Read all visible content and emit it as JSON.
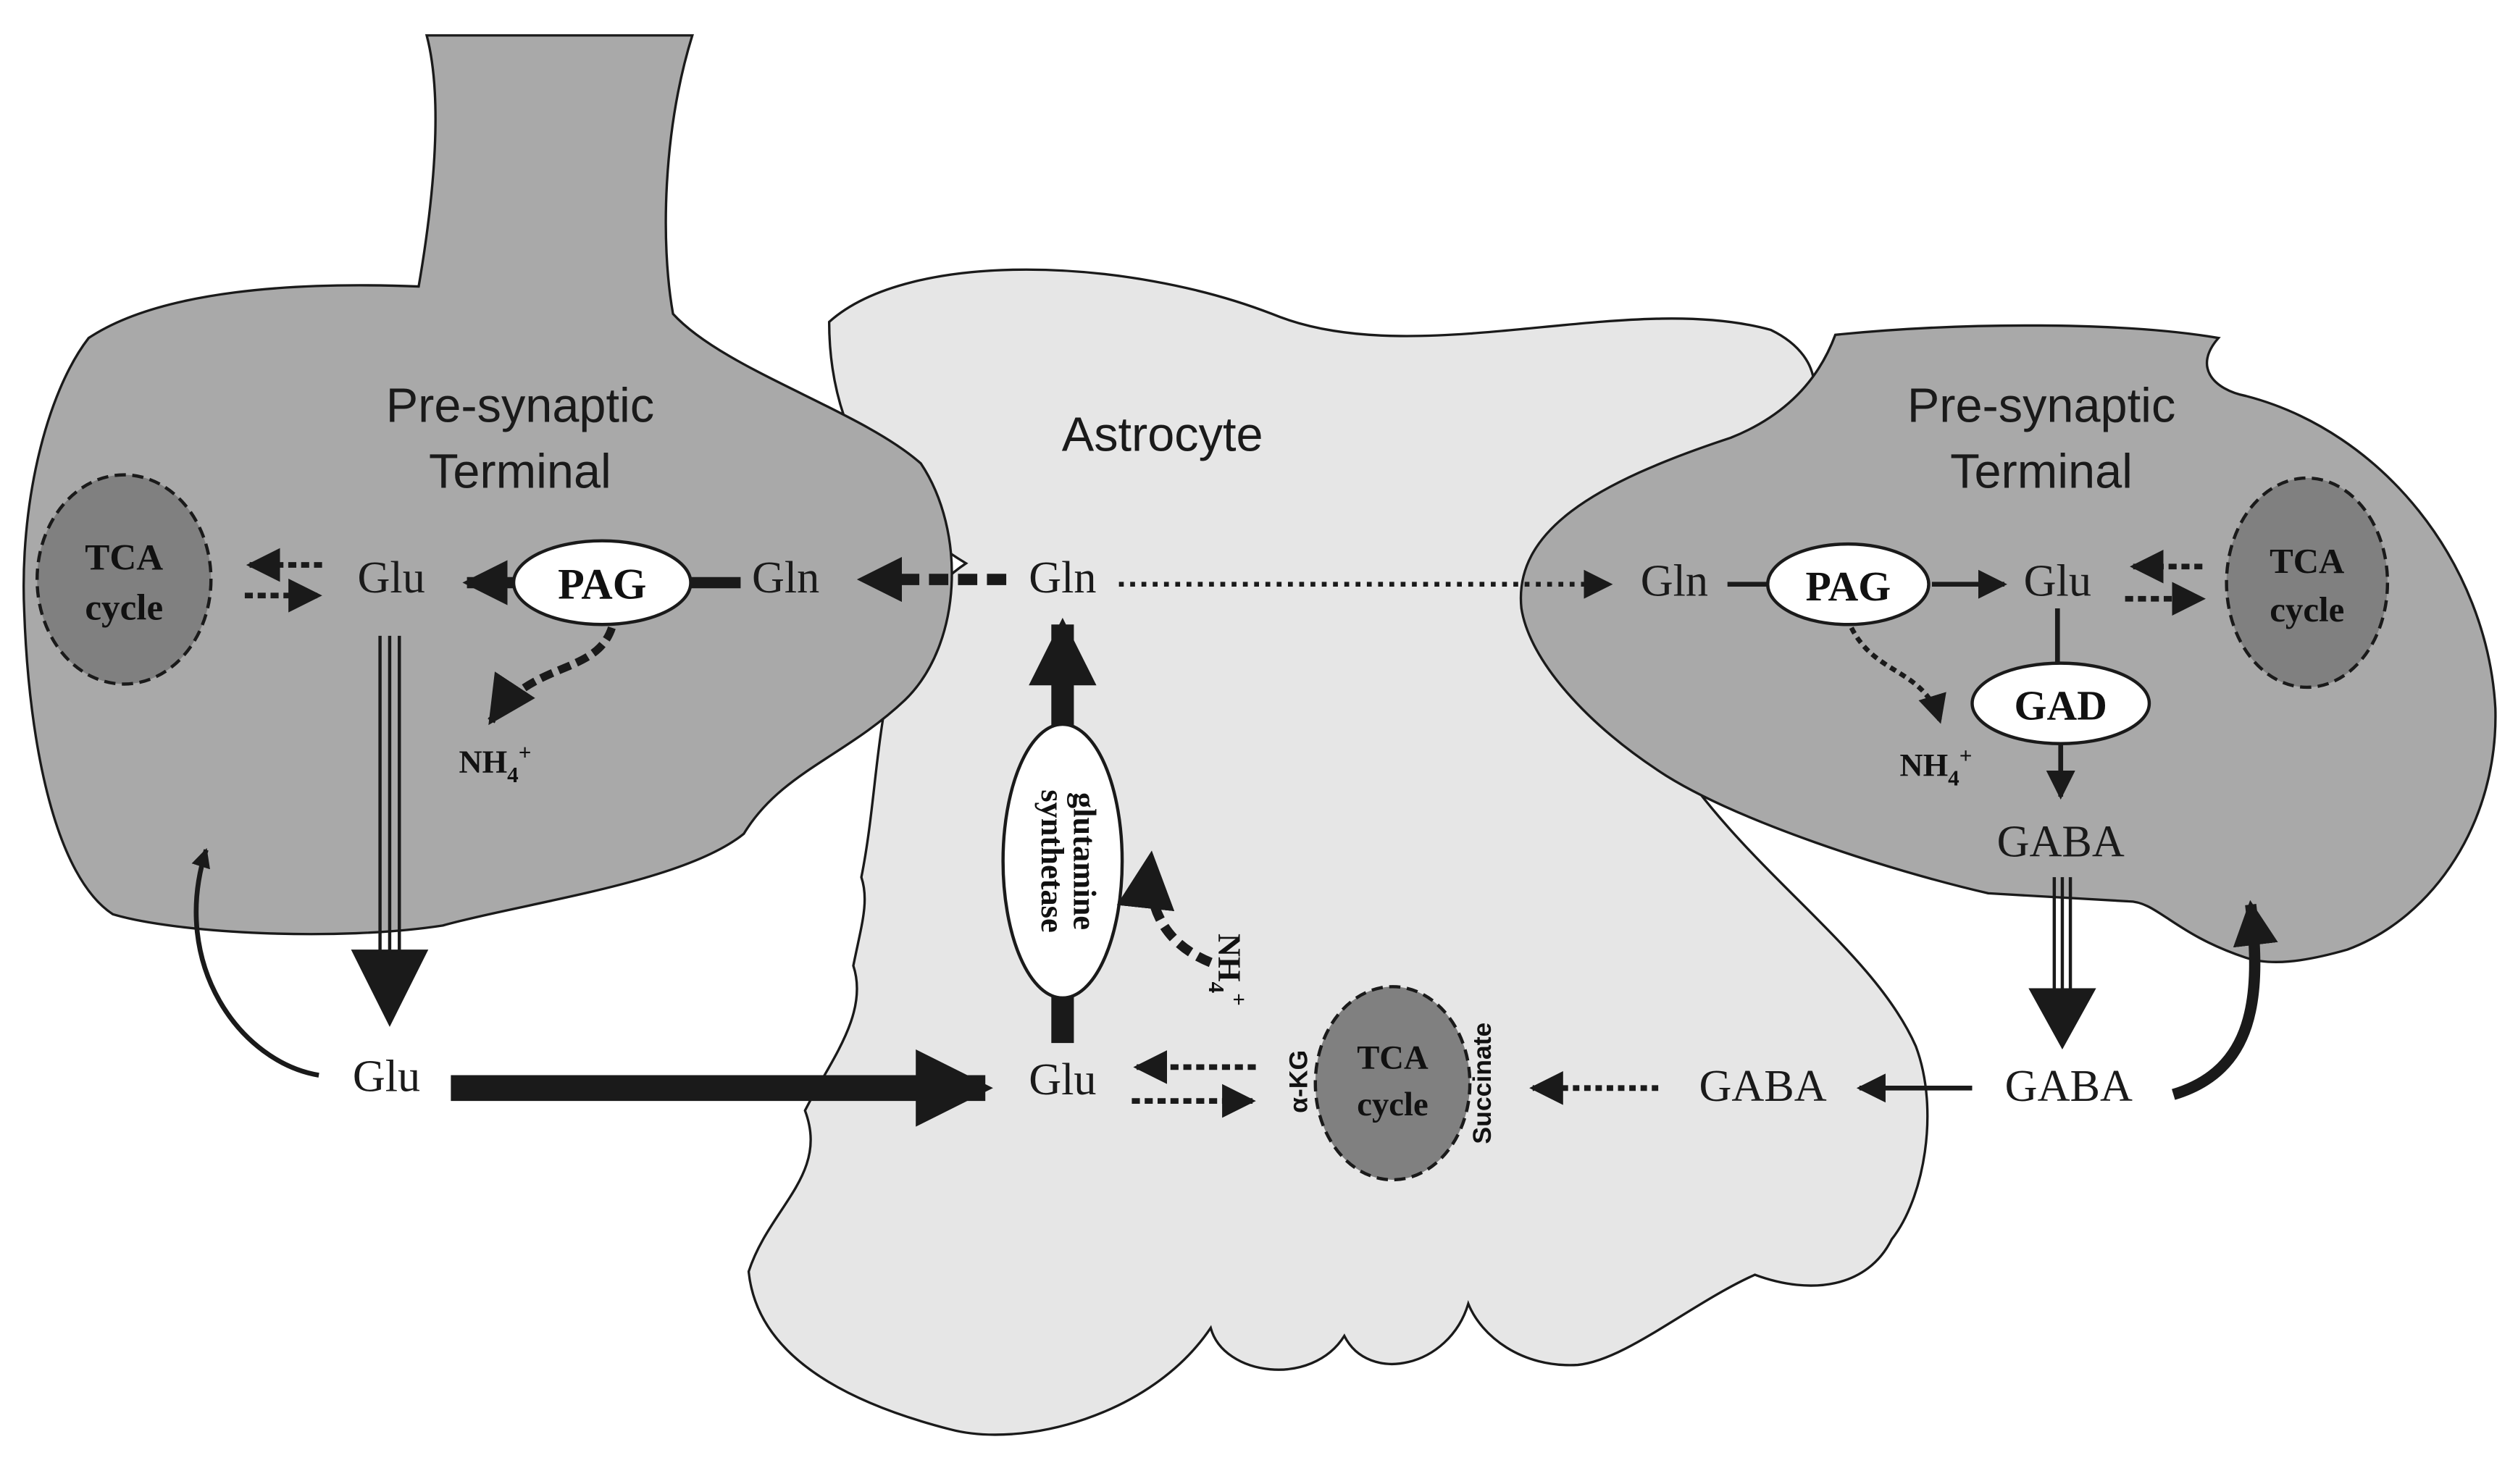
{
  "cells": {
    "left_terminal": {
      "title_line1": "Pre-synaptic",
      "title_line2": "Terminal"
    },
    "astrocyte": {
      "title": "Astrocyte"
    },
    "right_terminal": {
      "title_line1": "Pre-synaptic",
      "title_line2": "Terminal"
    }
  },
  "metabolites": {
    "left_glu": "Glu",
    "left_gln": "Gln",
    "left_nh4": "NH",
    "left_nh4_sub": "4",
    "left_nh4_sup": "+",
    "left_cleft_glu": "Glu",
    "astro_gln": "Gln",
    "astro_glu": "Glu",
    "astro_nh4": "NH",
    "astro_nh4_sub": "4",
    "astro_nh4_sup": "+",
    "alpha_kg": "α-KG",
    "succinate": "Succinate",
    "astro_gaba": "GABA",
    "right_gln": "Gln",
    "right_glu": "Glu",
    "right_nh4": "NH",
    "right_nh4_sub": "4",
    "right_nh4_sup": "+",
    "right_gaba": "GABA",
    "right_cleft_gaba": "GABA"
  },
  "enzymes": {
    "left_pag": "PAG",
    "right_pag": "PAG",
    "gad": "GAD",
    "gs_line1": "glutamine",
    "gs_line2": "synthetase"
  },
  "tca": {
    "line1": "TCA",
    "line2": "cycle"
  },
  "colors": {
    "terminal_fill": "#a9a9a9",
    "astrocyte_fill": "#e6e6e6",
    "tca_fill": "#808080",
    "stroke": "#1a1a1a"
  }
}
